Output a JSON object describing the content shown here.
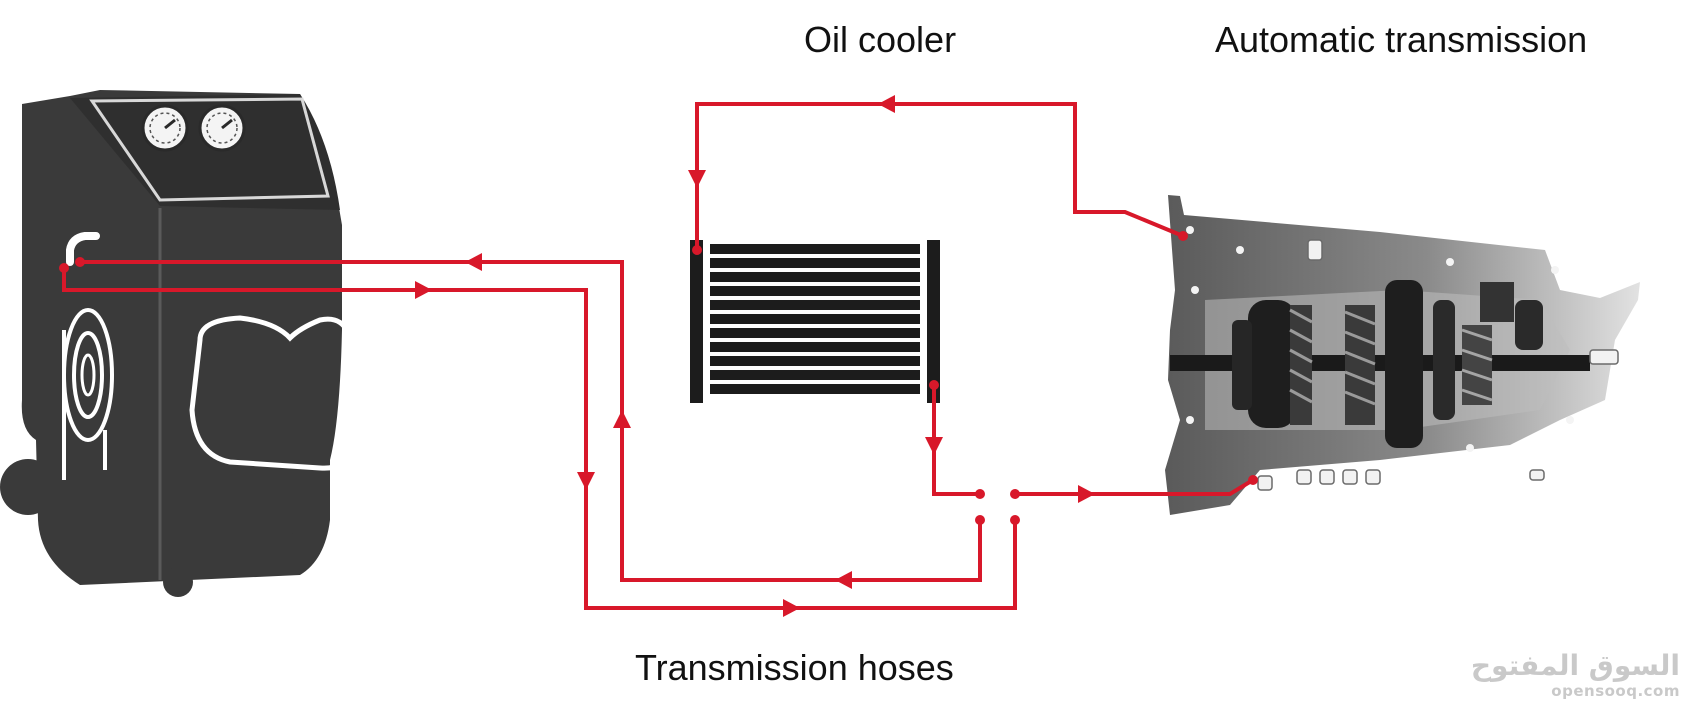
{
  "labels": {
    "oil_cooler": "Oil cooler",
    "automatic_transmission": "Automatic transmission",
    "transmission_hoses": "Transmission hoses"
  },
  "watermark": {
    "arabic": "السوق المفتوح",
    "latin": "opensooq.com"
  },
  "colors": {
    "hose": "#d8182a",
    "machine": "#3a3a3a",
    "cooler": "#1c1c1c"
  }
}
